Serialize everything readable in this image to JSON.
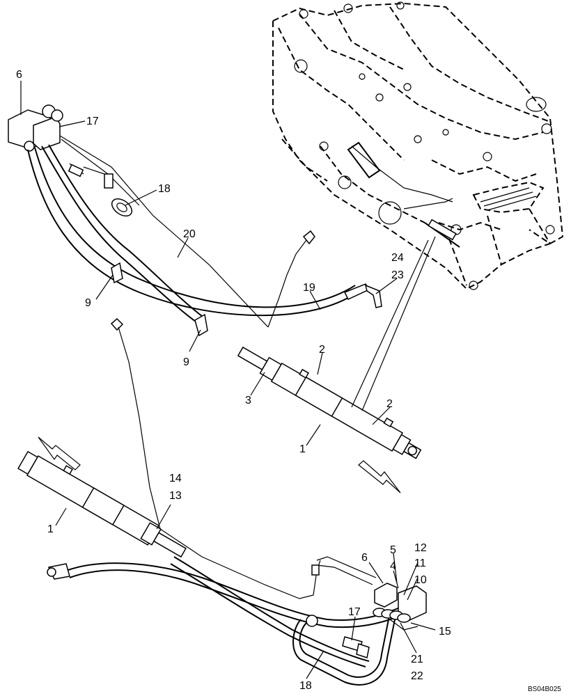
{
  "callouts": {
    "c6_top": "6",
    "c17_top": "17",
    "c18_top": "18",
    "c20": "20",
    "c19": "19",
    "c24": "24",
    "c23": "23",
    "c9_a": "9",
    "c9_b": "9",
    "c2_a": "2",
    "c3": "3",
    "c2_b": "2",
    "c1_top": "1",
    "c14": "14",
    "c13": "13",
    "c1_bottom": "1",
    "c5": "5",
    "c12": "12",
    "c6_bottom": "6",
    "c4": "4",
    "c11": "11",
    "c10": "10",
    "c17_bottom": "17",
    "c15": "15",
    "c21": "21",
    "c22": "22",
    "c18_bottom": "18"
  },
  "drawing_code": "BS04B025"
}
